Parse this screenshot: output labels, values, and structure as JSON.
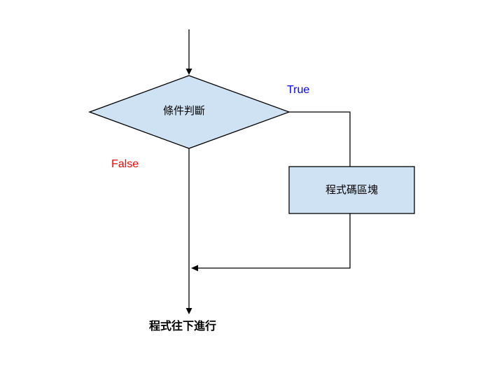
{
  "diagram": {
    "decision": {
      "label": "條件判斷"
    },
    "process": {
      "label": "程式碼區塊"
    },
    "branches": {
      "true_label": "True",
      "false_label": "False"
    },
    "end_label": "程式往下進行"
  },
  "colors": {
    "shape_fill": "#cfe2f3",
    "shape_stroke": "#000000",
    "line": "#000000",
    "true_text": "#0000ff",
    "false_text": "#ff0000",
    "background": "#ffffff"
  }
}
